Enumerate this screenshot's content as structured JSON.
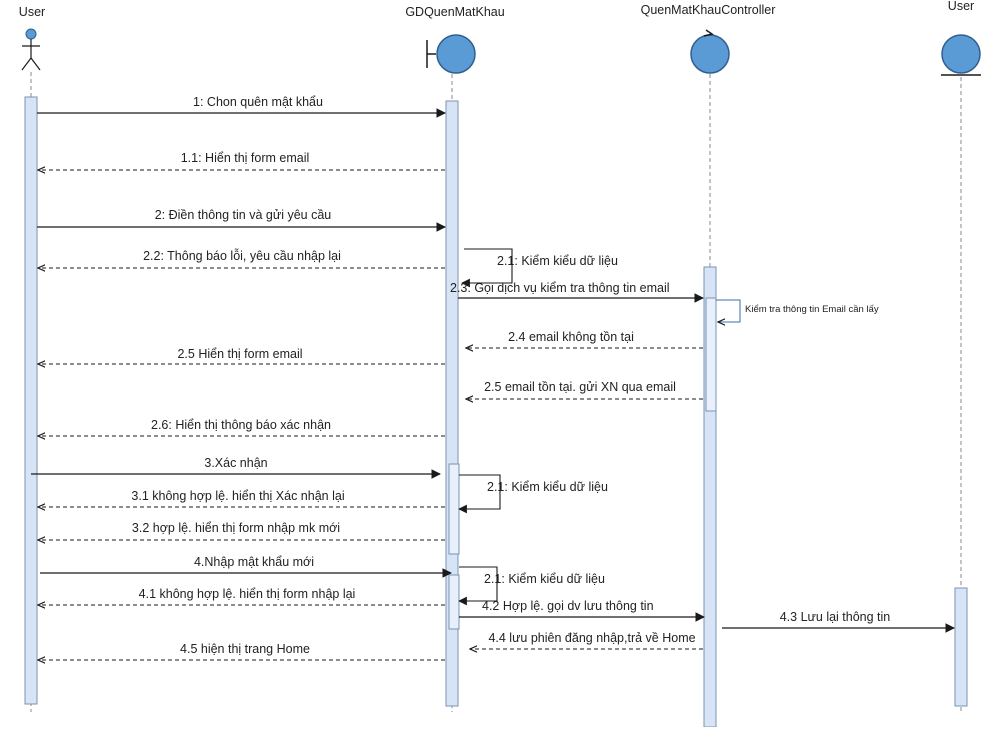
{
  "diagram": {
    "type": "sequence",
    "colors": {
      "circle_fill": "#5b9bd5",
      "circle_stroke": "#2f5f8f",
      "activation_fill": "#d6e4f5",
      "activation_stroke": "#7a93b5",
      "line": "#1a1a1a",
      "lifeline": "#888888",
      "text": "#222222"
    },
    "participants": [
      {
        "id": "user1",
        "name": "User",
        "kind": "actor"
      },
      {
        "id": "gd",
        "name": "GDQuenMatKhau",
        "kind": "boundary"
      },
      {
        "id": "ctrl",
        "name": "QuenMatKhauController",
        "kind": "control"
      },
      {
        "id": "user2",
        "name": "User",
        "kind": "entity"
      }
    ],
    "messages": [
      {
        "id": "m1",
        "label": "1: Chon quên mật khẩu",
        "kind": "sync"
      },
      {
        "id": "m1_1",
        "label": "1.1: Hiển thị form email",
        "kind": "return"
      },
      {
        "id": "m2",
        "label": "2: Điền thông tin và gửi yêu cầu",
        "kind": "sync"
      },
      {
        "id": "m2_2",
        "label": "2.2: Thông báo lỗi, yêu cầu nhập lại",
        "kind": "return"
      },
      {
        "id": "m2_1a",
        "label": "2.1: Kiểm kiểu dữ liệu",
        "kind": "self"
      },
      {
        "id": "m2_3",
        "label": "2.3: Gọi  dịch vụ kiểm tra thông tin email",
        "kind": "sync"
      },
      {
        "id": "mchk",
        "label": "Kiểm tra thông tin Email cần lấy",
        "kind": "self"
      },
      {
        "id": "m2_4",
        "label": "2.4 email không tồn tại",
        "kind": "return"
      },
      {
        "id": "m2_5a",
        "label": "2.5 Hiển thị form email",
        "kind": "return"
      },
      {
        "id": "m2_5b",
        "label": "2.5 email tồn tại. gửi XN qua email",
        "kind": "return"
      },
      {
        "id": "m2_6",
        "label": "2.6: Hiển thị thông báo xác nhận",
        "kind": "return"
      },
      {
        "id": "m3",
        "label": "3.Xác nhận",
        "kind": "sync"
      },
      {
        "id": "m2_1b",
        "label": "2.1: Kiểm kiểu dữ liệu",
        "kind": "self"
      },
      {
        "id": "m3_1",
        "label": "3.1 không hợp lệ. hiển thị Xác nhận lại",
        "kind": "return"
      },
      {
        "id": "m3_2",
        "label": "3.2 hợp lệ. hiển thị form nhập mk mới",
        "kind": "return"
      },
      {
        "id": "m4",
        "label": "4.Nhập mật khẩu mới",
        "kind": "sync"
      },
      {
        "id": "m2_1c",
        "label": "2.1: Kiểm kiểu dữ liệu",
        "kind": "self"
      },
      {
        "id": "m4_1",
        "label": "4.1 không hợp lệ. hiển thị form nhập lại",
        "kind": "return"
      },
      {
        "id": "m4_2",
        "label": "4.2 Hợp lệ. gọi dv lưu thông tin",
        "kind": "sync"
      },
      {
        "id": "m4_3",
        "label": "4.3 Lưu lại thông tin",
        "kind": "sync"
      },
      {
        "id": "m4_4",
        "label": "4.4 lưu phiên đăng nhập,trả về Home",
        "kind": "return"
      },
      {
        "id": "m4_5",
        "label": "4.5 hiện thị trang Home",
        "kind": "return"
      }
    ]
  }
}
